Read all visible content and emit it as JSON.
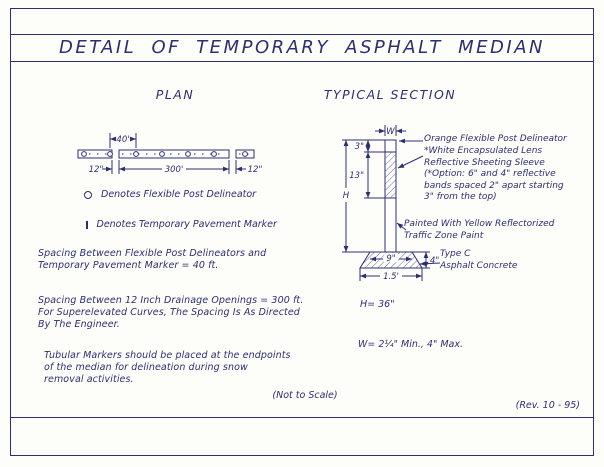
{
  "colors": {
    "ink": "#2e2e75",
    "paper": "#fdfdfa"
  },
  "title": "DETAIL OF TEMPORARY ASPHALT MEDIAN",
  "plan": {
    "heading": "PLAN",
    "dim_40": "40'",
    "dim_12_left": "12\"",
    "dim_300": "300'",
    "dim_12_right": "12\"",
    "legend_delineator": "Denotes Flexible Post Delineator",
    "legend_marker": "Denotes Temporary Pavement Marker",
    "note_spacing_posts": "Spacing Between Flexible Post Delineators and\nTemporary Pavement Marker = 40 ft.",
    "note_spacing_drainage": "Spacing Between 12 Inch Drainage Openings = 300 ft.\nFor Superelevated Curves, The Spacing Is As Directed\nBy The Engineer.",
    "note_tubular": "Tubular Markers should be placed at the endpoints\nof the median for delineation during snow\nremoval activities."
  },
  "section": {
    "heading": "TYPICAL SECTION",
    "dim_w": "W",
    "dim_3": "3\"",
    "dim_13": "13\"",
    "dim_h": "H",
    "dim_9": "9\"",
    "dim_4": "4\"",
    "dim_base": "1.5'",
    "callout_post": "Orange Flexible Post Delineator",
    "callout_sleeve": "*White Encapsulated Lens\nReflective Sheeting Sleeve\n(*Option: 6\" and 4\" reflective\nbands spaced 2\" apart starting\n3\" from the top)",
    "callout_paint": "Painted With Yellow Reflectorized\nTraffic Zone Paint",
    "callout_asphalt": "Type C\nAsphalt Concrete",
    "note_h": "H= 36\"",
    "note_w": "W= 2¼\" Min., 4\" Max."
  },
  "footer": {
    "not_to_scale": "(Not to Scale)",
    "revision": "(Rev. 10 - 95)"
  }
}
